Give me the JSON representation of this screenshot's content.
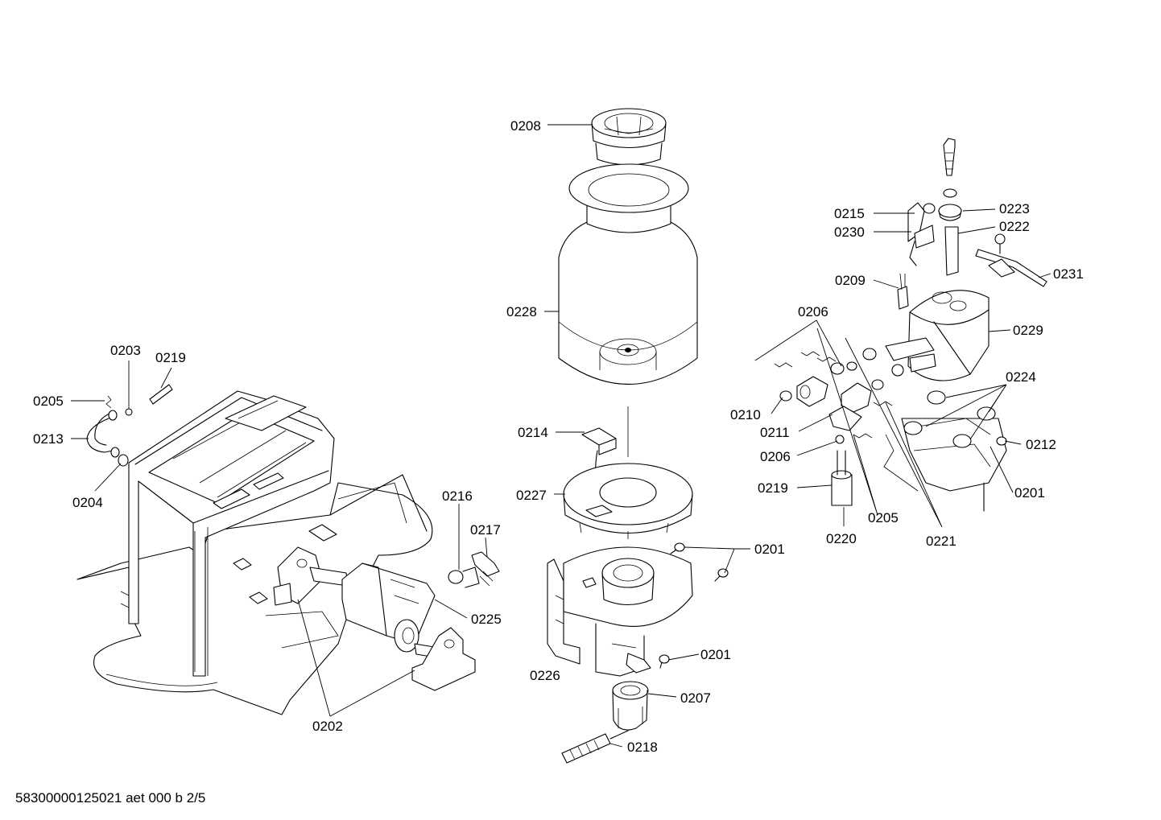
{
  "footer": "58300000125021 aet 000 b 2/5",
  "labels": {
    "l0208": "0208",
    "l0228": "0228",
    "l0214": "0214",
    "l0227": "0227",
    "l0201a": "0201",
    "l0201b": "0201",
    "l0226": "0226",
    "l0207": "0207",
    "l0218": "0218",
    "l0203": "0203",
    "l0219a": "0219",
    "l0205a": "0205",
    "l0213": "0213",
    "l0204": "0204",
    "l0216": "0216",
    "l0217": "0217",
    "l0225": "0225",
    "l0202": "0202",
    "l0215": "0215",
    "l0230": "0230",
    "l0223": "0223",
    "l0222": "0222",
    "l0209": "0209",
    "l0231": "0231",
    "l0206a": "0206",
    "l0229": "0229",
    "l0224": "0224",
    "l0210": "0210",
    "l0211": "0211",
    "l0212": "0212",
    "l0206b": "0206",
    "l0219b": "0219",
    "l0201c": "0201",
    "l0205b": "0205",
    "l0220": "0220",
    "l0221": "0221"
  }
}
